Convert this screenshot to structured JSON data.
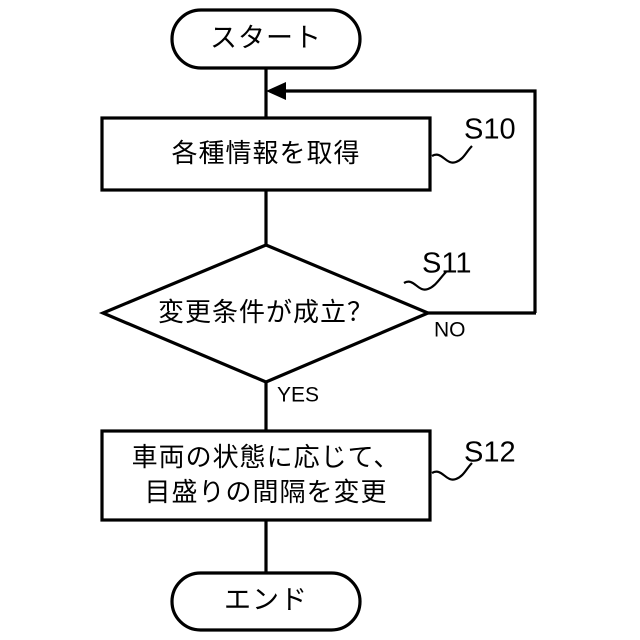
{
  "diagram": {
    "title": "",
    "type": "flowchart",
    "language": "ja",
    "background_color": "#ffffff",
    "line_color": "#000000",
    "shape_fill": "#ffffff"
  },
  "nodes": {
    "start": {
      "id": "start",
      "shape": "stadium",
      "label": "スタート"
    },
    "s10": {
      "id": "S10",
      "shape": "rectangle",
      "label": "各種情報を取得",
      "step_tag": "S10"
    },
    "s11": {
      "id": "S11",
      "shape": "diamond",
      "label": "変更条件が成立？",
      "step_tag": "S11"
    },
    "s12": {
      "id": "S12",
      "shape": "rectangle",
      "label_line1": "車両の状態に応じて、",
      "label_line2": "目盛りの間隔を変更",
      "step_tag": "S12"
    },
    "end": {
      "id": "end",
      "shape": "stadium",
      "label": "エンド"
    }
  },
  "branches": {
    "yes": "YES",
    "no": "NO"
  }
}
